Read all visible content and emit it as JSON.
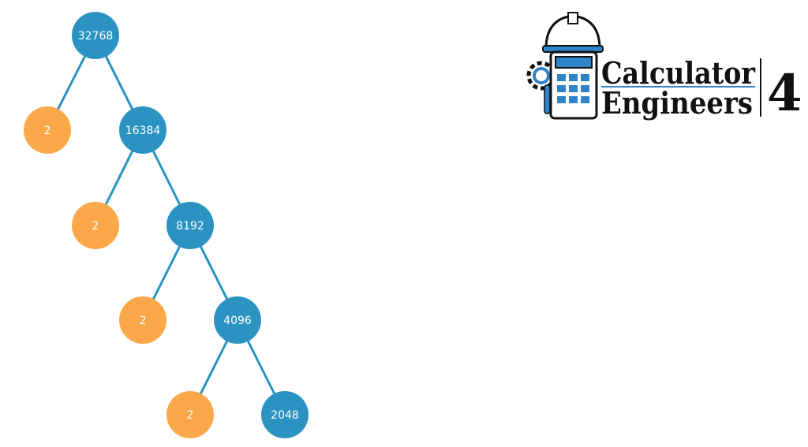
{
  "colors": {
    "composite": "#2b93c1",
    "prime": "#fba84a",
    "edge": "#2b93c1",
    "logo_blue": "#2f83c8",
    "logo_dark": "#111111"
  },
  "factor_tree": [
    {
      "composite": "32768",
      "prime": "2"
    },
    {
      "composite": "16384",
      "prime": "2"
    },
    {
      "composite": "8192",
      "prime": "2"
    },
    {
      "composite": "4096",
      "prime": "2"
    },
    {
      "composite": "2048"
    }
  ],
  "logo": {
    "line1": "Calculator",
    "line2": "Engineers",
    "number": "4",
    "icon": "calculator-hardhat-gear-icon"
  }
}
